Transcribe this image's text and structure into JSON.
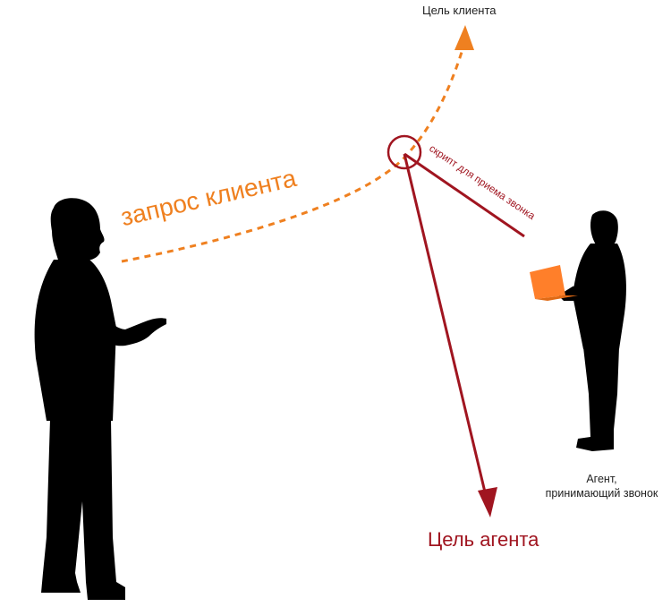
{
  "labels": {
    "client_goal": "Цель клиента",
    "client_request": "запрос клиента",
    "call_script": "скрипт для приема звонка",
    "agent_goal": "Цель агента",
    "agent_caption_line1": "Агент,",
    "agent_caption_line2": "принимающий звонок"
  },
  "colors": {
    "client_path": "#ef8020",
    "agent_path": "#a01520",
    "silhouette": "#000000",
    "laptop": "#ff7f2a"
  },
  "icons": [
    "client-silhouette",
    "agent-silhouette",
    "laptop-icon"
  ]
}
